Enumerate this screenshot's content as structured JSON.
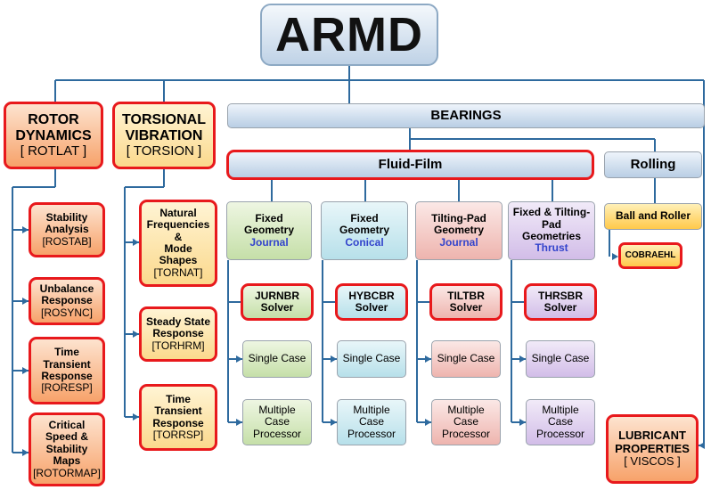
{
  "title": "ARMD",
  "rotor": {
    "name_line1": "ROTOR",
    "name_line2": "DYNAMICS",
    "code": "[ ROTLAT ]"
  },
  "torsion": {
    "name_line1": "TORSIONAL",
    "name_line2": "VIBRATION",
    "code": "[ TORSION ]"
  },
  "bearings_label": "BEARINGS",
  "fluid_film_label": "Fluid-Film",
  "rolling_label": "Rolling",
  "rotor_items": [
    {
      "line1": "Stability",
      "line2": "Analysis",
      "code": "[ROSTAB]"
    },
    {
      "line1": "Unbalance",
      "line2": "Response",
      "code": "[ROSYNC]"
    },
    {
      "line1": "Time",
      "line2": "Transient",
      "line3": "Response",
      "code": "[RORESP]"
    },
    {
      "line1": "Critical",
      "line2": "Speed &",
      "line3": "Stability",
      "line4": "Maps",
      "code": "[ROTORMAP]"
    }
  ],
  "torsion_items": [
    {
      "line1": "Natural",
      "line2": "Frequencies",
      "line3": "&",
      "line4": "Mode",
      "line5": "Shapes",
      "code": "[TORNAT]"
    },
    {
      "line1": "Steady State",
      "line2": "Response",
      "code": "[TORHRM]"
    },
    {
      "line1": "Time",
      "line2": "Transient",
      "line3": "Response",
      "code": "[TORRSP]"
    }
  ],
  "fluid_columns": [
    {
      "head_line1": "Fixed",
      "head_line2": "Geometry",
      "head_type": "Journal",
      "solver_line1": "JURNBR",
      "solver_line2": "Solver",
      "single": "Single Case",
      "multi_line1": "Multiple",
      "multi_line2": "Case",
      "multi_line3": "Processor"
    },
    {
      "head_line1": "Fixed",
      "head_line2": "Geometry",
      "head_type": "Conical",
      "solver_line1": "HYBCBR",
      "solver_line2": "Solver",
      "single": "Single Case",
      "multi_line1": "Multiple",
      "multi_line2": "Case",
      "multi_line3": "Processor"
    },
    {
      "head_line1": "Tilting-Pad",
      "head_line2": "Geometry",
      "head_type": "Journal",
      "solver_line1": "TILTBR",
      "solver_line2": "Solver",
      "single": "Single Case",
      "multi_line1": "Multiple",
      "multi_line2": "Case",
      "multi_line3": "Processor"
    },
    {
      "head_line1": "Fixed & Tilting-",
      "head_line2": "Pad",
      "head_line3": "Geometries",
      "head_type": "Thrust",
      "solver_line1": "THRSBR",
      "solver_line2": "Solver",
      "single": "Single Case",
      "multi_line1": "Multiple",
      "multi_line2": "Case",
      "multi_line3": "Processor"
    }
  ],
  "ball_roller_label": "Ball and Roller",
  "cobra_label": "COBRAEHL",
  "lubricant": {
    "line1": "LUBRICANT",
    "line2": "PROPERTIES",
    "code": "[ VISCOS ]"
  },
  "colors": {
    "line": "#2e6a9e",
    "red_border": "#e8191c",
    "type_accent": "#3344cc"
  }
}
